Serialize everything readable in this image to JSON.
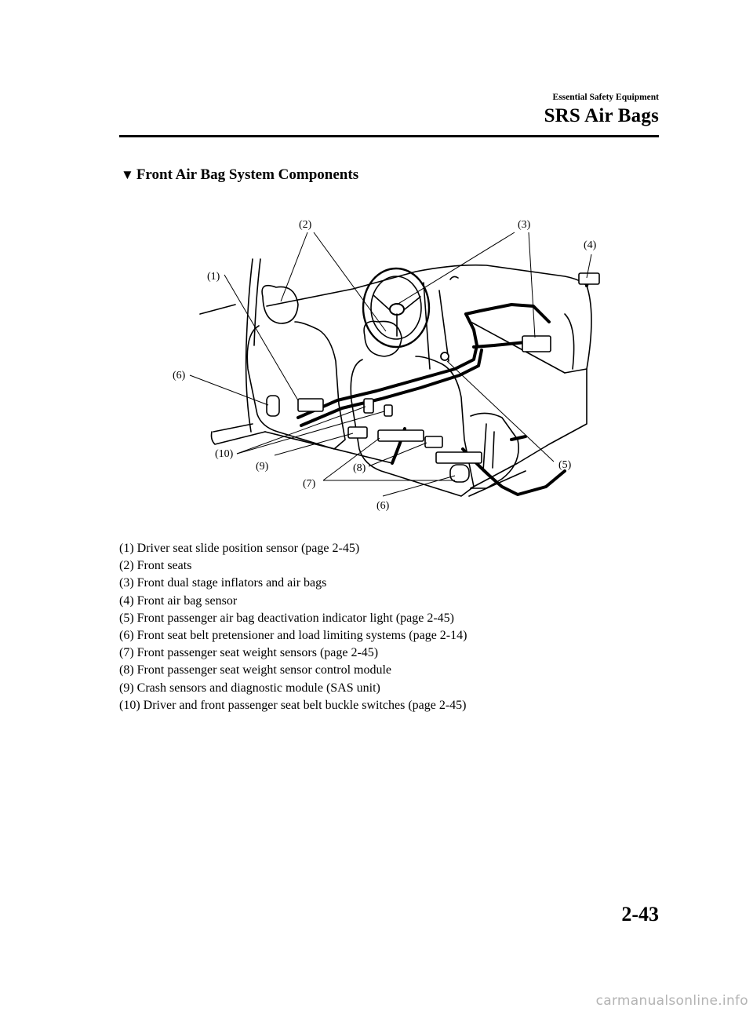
{
  "header": {
    "section": "Essential Safety Equipment",
    "title": "SRS Air Bags"
  },
  "section": {
    "marker": "▼",
    "title": "Front Air Bag System Components"
  },
  "diagram": {
    "callouts": [
      "(1)",
      "(2)",
      "(3)",
      "(4)",
      "(5)",
      "(6)",
      "(6)",
      "(7)",
      "(8)",
      "(9)",
      "(10)"
    ]
  },
  "legend": [
    "(1) Driver seat slide position sensor (page 2-45)",
    "(2) Front seats",
    "(3) Front dual stage inflators and air bags",
    "(4) Front air bag sensor",
    "(5) Front passenger air bag deactivation indicator light (page 2-45)",
    "(6) Front seat belt pretensioner and load limiting systems (page 2-14)",
    "(7) Front passenger seat weight sensors (page 2-45)",
    "(8) Front passenger seat weight sensor control module",
    "(9) Crash sensors and diagnostic module (SAS unit)",
    "(10) Driver and front passenger seat belt buckle switches (page 2-45)"
  ],
  "page_number": "2-43",
  "watermark": "carmanualsonline.info"
}
